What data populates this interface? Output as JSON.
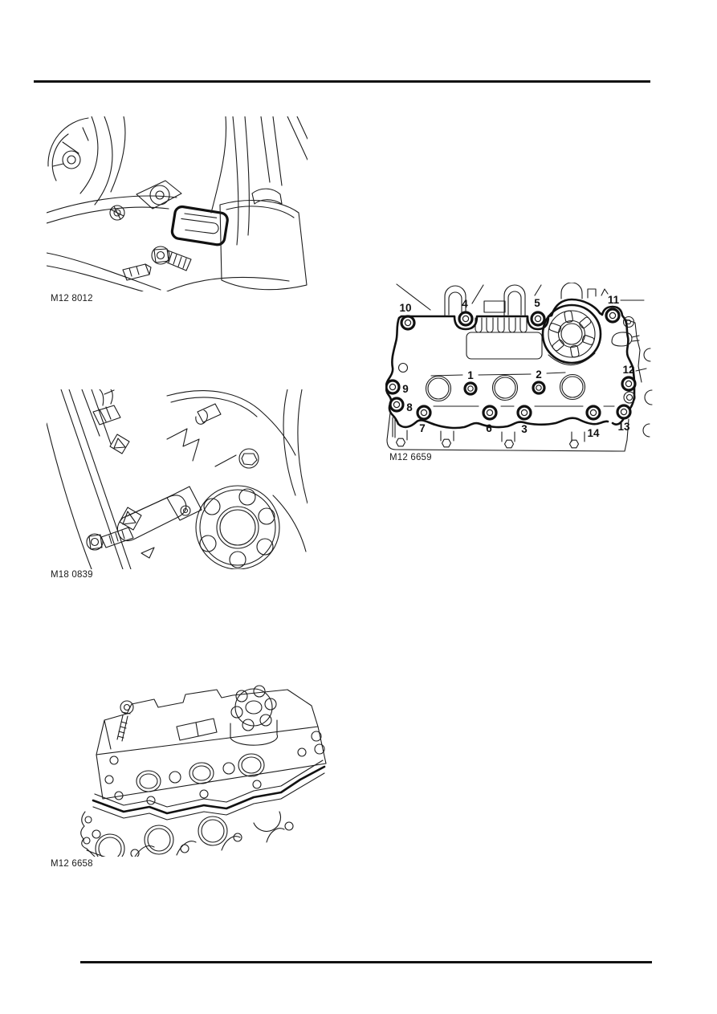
{
  "page": {
    "kind": "workshop-manual-illustration-page"
  },
  "colors": {
    "ink": "#1a1a1a",
    "paper": "#ffffff",
    "rule": "#121212"
  },
  "figures": {
    "bracket": {
      "caption": "M12 8012"
    },
    "sensor": {
      "caption": "M18 0839"
    },
    "cover": {
      "caption": "M12 6658"
    },
    "sequence": {
      "caption": "M12 6659",
      "bolts": [
        {
          "label": "1"
        },
        {
          "label": "2"
        },
        {
          "label": "3"
        },
        {
          "label": "4"
        },
        {
          "label": "5"
        },
        {
          "label": "6"
        },
        {
          "label": "7"
        },
        {
          "label": "8"
        },
        {
          "label": "9"
        },
        {
          "label": "10"
        },
        {
          "label": "11"
        },
        {
          "label": "12"
        },
        {
          "label": "13"
        },
        {
          "label": "14"
        }
      ]
    }
  }
}
